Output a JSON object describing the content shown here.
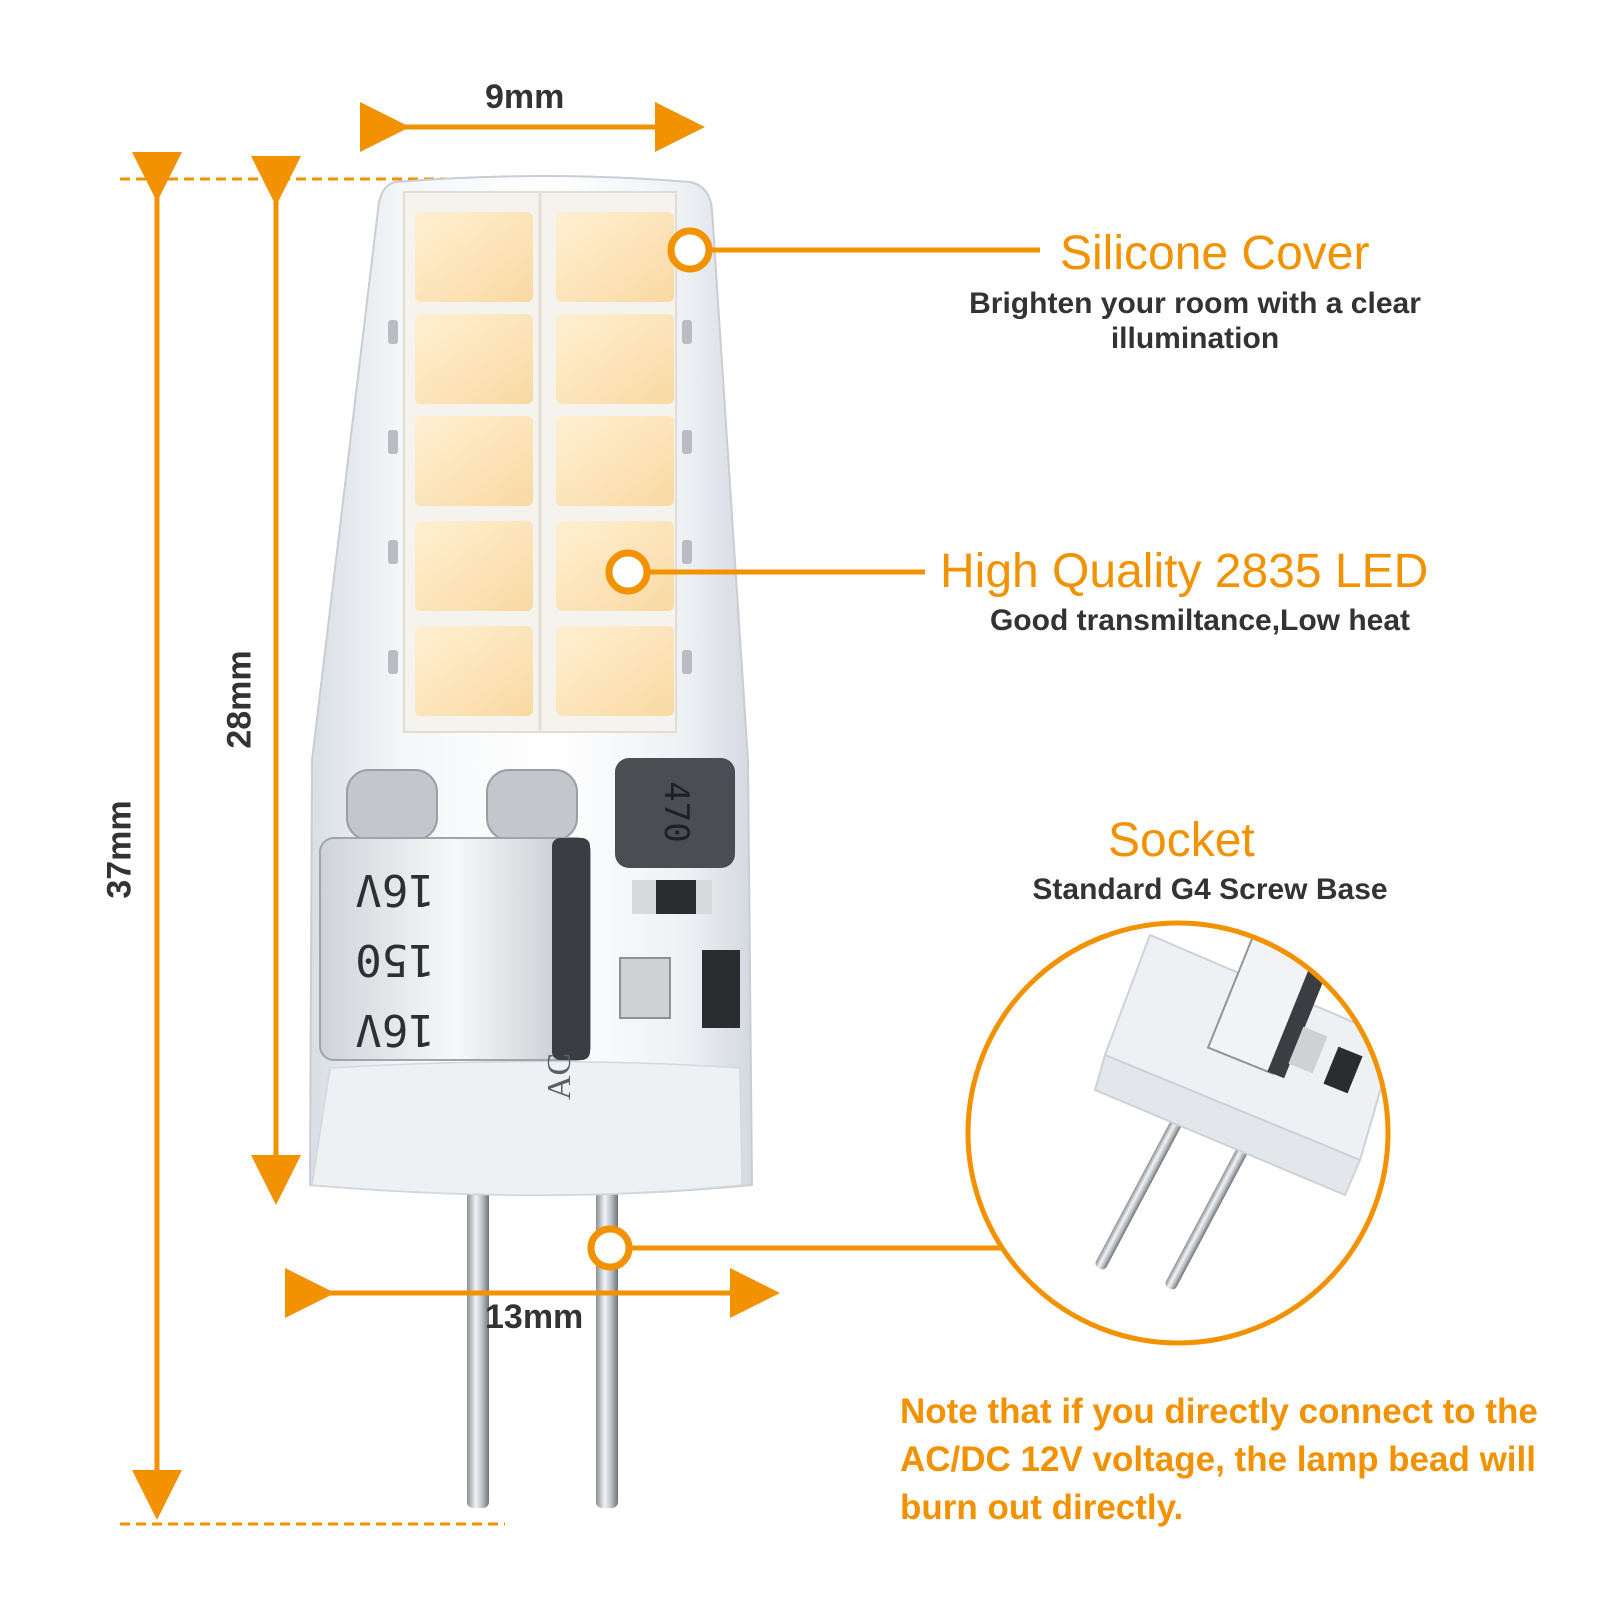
{
  "dimensions": {
    "top_width": "9mm",
    "total_height": "37mm",
    "body_height": "28mm",
    "base_width": "13mm"
  },
  "callouts": {
    "silicone": {
      "title": "Silicone Cover",
      "desc": "Brighten your room with a clear illumination"
    },
    "led": {
      "title": "High Quality 2835 LED",
      "desc": "Good transmiltance,Low heat"
    },
    "socket": {
      "title": "Socket",
      "desc": "Standard G4 Screw Base"
    }
  },
  "component_marks": {
    "inductor": "470",
    "cap_voltage_1": "16V",
    "cap_value": "150",
    "cap_voltage_2": "16V",
    "ac_mark": "AC"
  },
  "note": "Note that if you directly connect to the AC/DC 12V voltage, the lamp bead will burn out directly.",
  "colors": {
    "accent": "#F39200",
    "text_dark": "#333333",
    "led_chip": "#FCE3B8",
    "silicone": "#E9EDF1"
  }
}
